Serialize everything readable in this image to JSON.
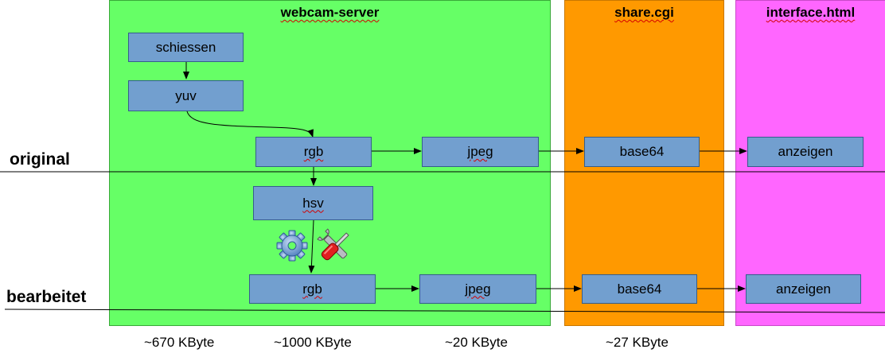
{
  "zones": {
    "webcam_server": "webcam-server",
    "share_cgi": "share.cgi",
    "interface_html": "interface.html"
  },
  "rows": {
    "original": "original",
    "bearbeitet": "bearbeitet"
  },
  "nodes": {
    "schiessen": "schiessen",
    "yuv": "yuv",
    "rgb_original": "rgb",
    "jpeg_original": "jpeg",
    "base64_original": "base64",
    "anzeigen_original": "anzeigen",
    "hsv": "hsv",
    "rgb_bearbeitet": "rgb",
    "jpeg_bearbeitet": "jpeg",
    "base64_bearbeitet": "base64",
    "anzeigen_bearbeitet": "anzeigen"
  },
  "sizes": {
    "yuv": "~670 KByte",
    "rgb": "~1000 KByte",
    "jpeg": "~20 KByte",
    "base64": "~27 KByte"
  },
  "icons": [
    "gear-icon",
    "wrench-screwdriver-icon"
  ],
  "colors": {
    "webcam_server": "#66ff66",
    "share_cgi": "#ff9900",
    "interface_html": "#ff66ff",
    "node": "#729fcf"
  }
}
